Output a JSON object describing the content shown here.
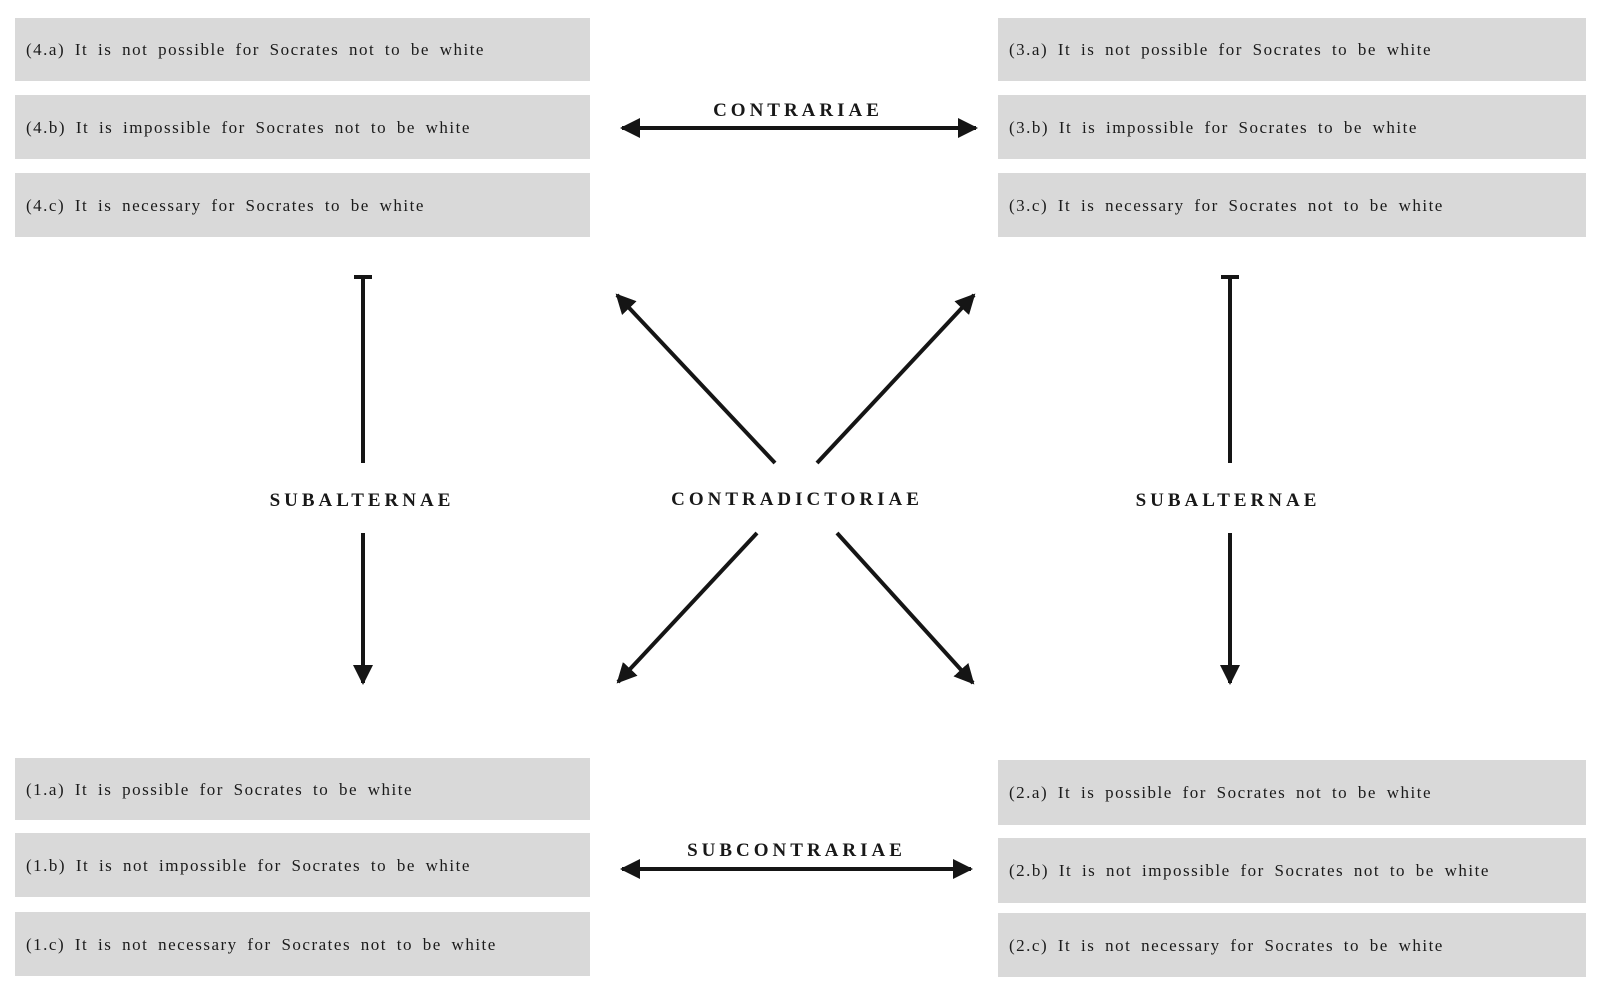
{
  "diagram": {
    "type": "modal-square-of-opposition",
    "colors": {
      "background": "#ffffff",
      "box_background": "#d9d9d9",
      "text": "#1b1b1b",
      "arrow": "#151515"
    }
  },
  "propositions": {
    "top_left": [
      {
        "label": "(4.a)",
        "statement": "It is not possible for Socrates not to be white"
      },
      {
        "label": "(4.b)",
        "statement": "It is impossible for Socrates not to be white"
      },
      {
        "label": "(4.c)",
        "statement": "It is necessary for Socrates to be white"
      }
    ],
    "top_right": [
      {
        "label": "(3.a)",
        "statement": "It is not possible for Socrates to be white"
      },
      {
        "label": "(3.b)",
        "statement": "It is impossible for Socrates to be white"
      },
      {
        "label": "(3.c)",
        "statement": "It is necessary for Socrates not to be white"
      }
    ],
    "bottom_left": [
      {
        "label": "(1.a)",
        "statement": "It is possible for Socrates to be white"
      },
      {
        "label": "(1.b)",
        "statement": "It is not impossible for Socrates to be white"
      },
      {
        "label": "(1.c)",
        "statement": "It is not necessary for Socrates not to be white"
      }
    ],
    "bottom_right": [
      {
        "label": "(2.a)",
        "statement": "It is possible for Socrates not to be white"
      },
      {
        "label": "(2.b)",
        "statement": "It is not impossible for Socrates not to be white"
      },
      {
        "label": "(2.c)",
        "statement": "It is not necessary for Socrates to be white"
      }
    ]
  },
  "relations": {
    "contrariae": "CONTRARIAE",
    "contradictoriae": "CONTRADICTORIAE",
    "subcontrariae": "SUBCONTRARIAE",
    "subalternae_left": "SUBALTERNAE",
    "subalternae_right": "SUBALTERNAE"
  }
}
